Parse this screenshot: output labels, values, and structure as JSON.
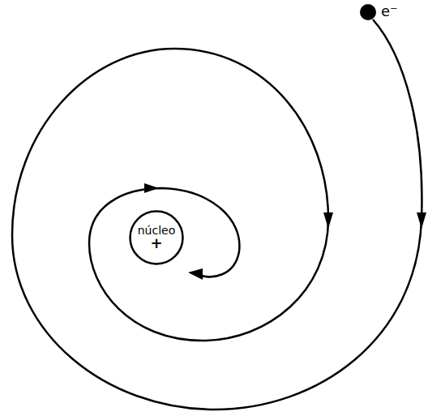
{
  "diagram": {
    "nodes": [
      {
        "text": [
          "núcleo",
          "+"
        ]
      }
    ],
    "labels": [
      "e⁻"
    ]
  }
}
